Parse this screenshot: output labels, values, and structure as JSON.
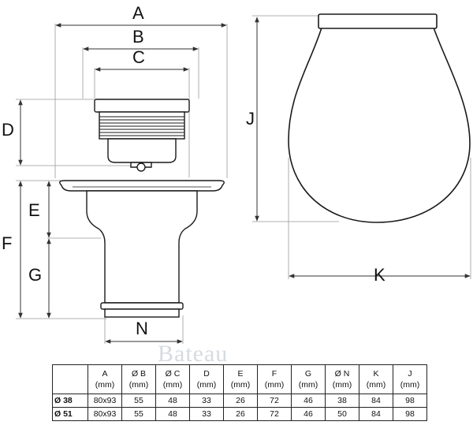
{
  "labels": {
    "A": "A",
    "B": "B",
    "C": "C",
    "D": "D",
    "E": "E",
    "F": "F",
    "G": "G",
    "N": "N",
    "J": "J",
    "K": "K"
  },
  "watermark": "Bateau",
  "table": {
    "columns": [
      {
        "name": "",
        "unit": ""
      },
      {
        "name": "A",
        "unit": "(mm)"
      },
      {
        "name": "Ø B",
        "unit": "(mm)"
      },
      {
        "name": "Ø C",
        "unit": "(mm)"
      },
      {
        "name": "D",
        "unit": "(mm)"
      },
      {
        "name": "E",
        "unit": "(mm)"
      },
      {
        "name": "F",
        "unit": "(mm)"
      },
      {
        "name": "G",
        "unit": "(mm)"
      },
      {
        "name": "Ø N",
        "unit": "(mm)"
      },
      {
        "name": "K",
        "unit": "(mm)"
      },
      {
        "name": "J",
        "unit": "(mm)"
      }
    ],
    "rows": [
      [
        "Ø 38",
        "80x93",
        "55",
        "48",
        "33",
        "26",
        "72",
        "46",
        "38",
        "84",
        "98"
      ],
      [
        "Ø 51",
        "80x93",
        "55",
        "48",
        "33",
        "26",
        "72",
        "46",
        "50",
        "84",
        "98"
      ]
    ]
  }
}
